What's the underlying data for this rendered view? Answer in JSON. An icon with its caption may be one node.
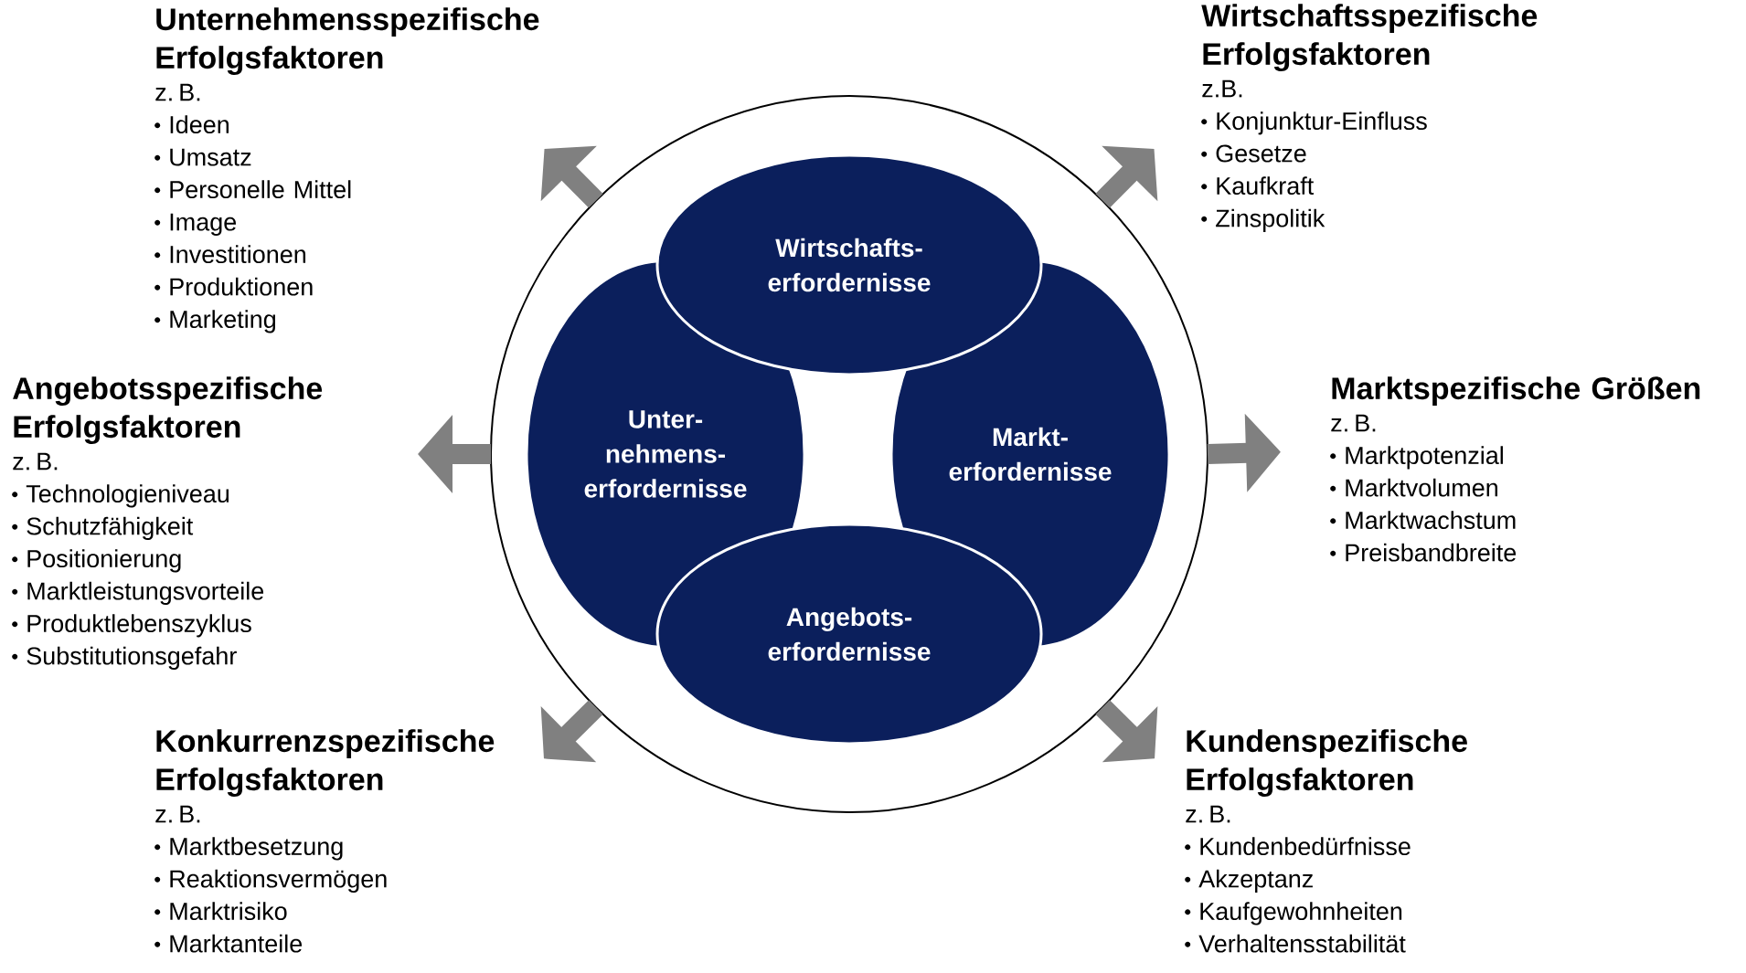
{
  "diagram": {
    "nodes": [
      {
        "text": [],
        "shape": "circle"
      },
      {
        "text": [
          "Wirtschafts- erfordernisse"
        ],
        "in": 0
      },
      {
        "text": [
          "Unter- nehmens- erfordernisse"
        ],
        "in": 0
      },
      {
        "text": [
          "Markt- erfordernisse"
        ],
        "in": 0
      },
      {
        "text": [
          "Angebots- erfordernisse"
        ],
        "in": 0
      },
      {
        "text": [
          "Unternehmensspezifische Erfolgsfaktoren",
          "z. B.",
          "Ideen",
          "Umsatz",
          "Personelle Mittel",
          "Image",
          "Investitionen",
          "Produktionen",
          "Marketing"
        ]
      },
      {
        "text": [
          "Wirtschaftsspezifische Erfolgsfaktoren",
          "z.B.",
          "Konjunktur-Einfluss",
          "Gesetze",
          "Kaufkraft",
          "Zinspolitik"
        ]
      },
      {
        "text": [
          "Angebotsspezifische Erfolgsfaktoren",
          "z. B.",
          "Technologieniveau",
          "Schutzfähigkeit",
          "Positionierung",
          "Marktleistungsvorteile",
          "Produktlebenszyklus",
          "Substitutionsgefahr"
        ]
      },
      {
        "text": [
          "Marktspezifische Größen",
          "z. B.",
          "Marktpotenzial",
          "Marktvolumen",
          "Marktwachstum",
          "Preisbandbreite"
        ]
      },
      {
        "text": [
          "Konkurrenzspezifische Erfolgsfaktoren",
          "z. B.",
          "Marktbesetzung",
          "Reaktionsvermögen",
          "Marktrisiko",
          "Marktanteile"
        ]
      },
      {
        "text": [
          "Kundenspezifische Erfolgsfaktoren",
          "z. B.",
          "Kundenbedürfnisse",
          "Akzeptanz",
          "Kaufgewohnheiten",
          "Verhaltensstabilität"
        ]
      }
    ],
    "edges": [
      {
        "from": 0,
        "to": 5,
        "arrow": "to"
      },
      {
        "from": 0,
        "to": 6,
        "arrow": "to"
      },
      {
        "from": 0,
        "to": null,
        "arrow": "to"
      },
      {
        "from": 0,
        "to": 8,
        "arrow": "to"
      },
      {
        "from": 0,
        "to": 9,
        "arrow": "to"
      },
      {
        "from": 0,
        "to": 10,
        "arrow": "to"
      }
    ]
  }
}
